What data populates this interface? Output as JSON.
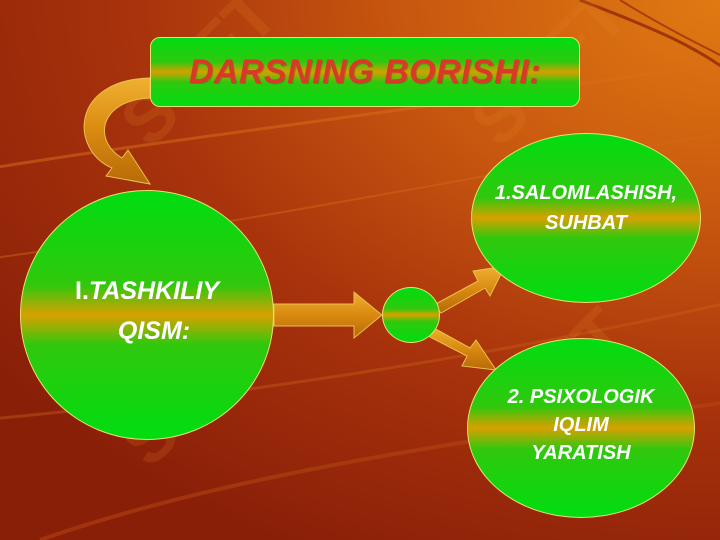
{
  "title": "DARSNING BORISHI:",
  "main_node": {
    "number": "I.",
    "line1": "TASHKILIY",
    "line2": "QISM:"
  },
  "nodes": [
    {
      "line1": "1.SALOMLASHISH,",
      "line2": "SUHBAT"
    },
    {
      "line1": "2. PSIXOLOGIK",
      "line2": "IQLIM",
      "line3": "YARATISH"
    }
  ],
  "colors": {
    "background": "#b8420d",
    "node_green": "#00dd10",
    "node_band": "#d9a000",
    "arrow": "#d98a10",
    "title_text": "#d83a2a"
  },
  "watermark": "SOFT"
}
